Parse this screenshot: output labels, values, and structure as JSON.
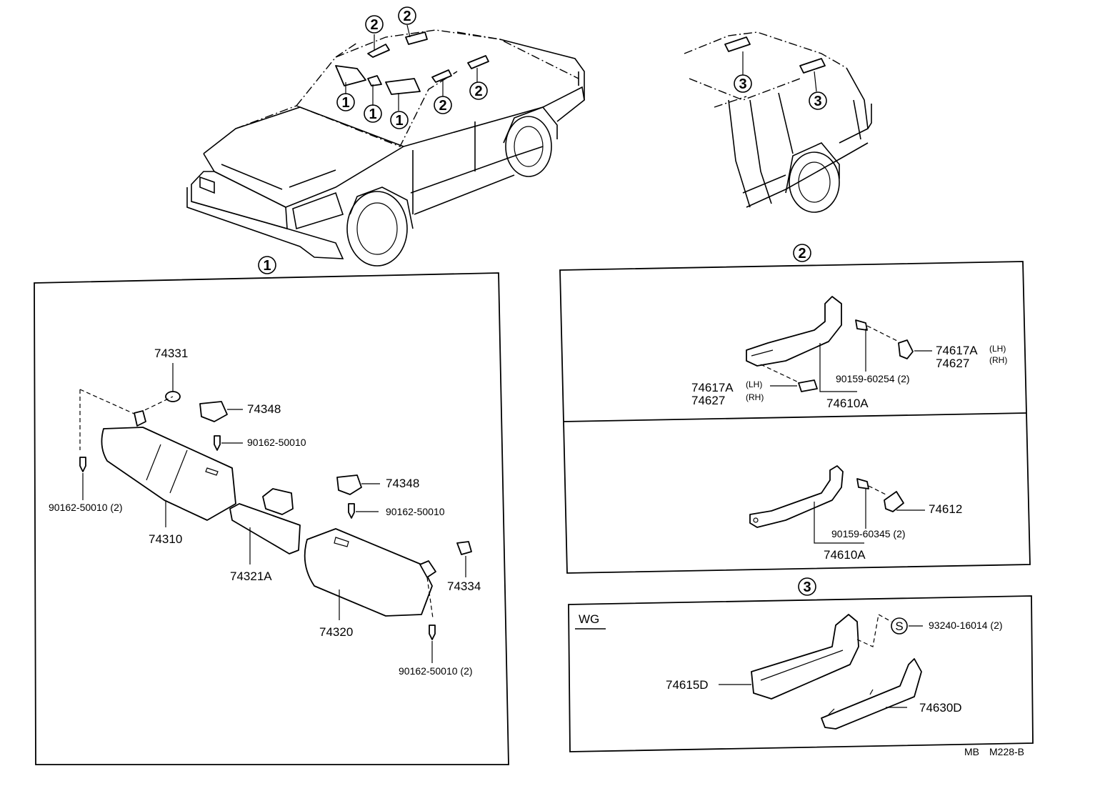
{
  "callouts": {
    "one": "1",
    "two": "2",
    "three": "3",
    "s_mark": "S"
  },
  "section1": {
    "parts": {
      "p74331": "74331",
      "p74348_top": "74348",
      "bolt_top": "90162-50010",
      "bolt_left": "90162-50010 (2)",
      "p74310": "74310",
      "p74321A": "74321A",
      "p74348_mid": "74348",
      "bolt_mid": "90162-50010",
      "p74334": "74334",
      "p74320": "74320",
      "bolt_bottom": "90162-50010 (2)"
    }
  },
  "section2": {
    "upper": {
      "clip_right_a": "74617A",
      "clip_right_b": "74627",
      "lh_right": "(LH)",
      "rh_right": "(RH)",
      "screw": "90159-60254 (2)",
      "clip_left_a": "74617A",
      "clip_left_b": "74627",
      "lh_left": "(LH)",
      "rh_left": "(RH)",
      "grip": "74610A"
    },
    "lower": {
      "cap": "74612",
      "screw": "90159-60345 (2)",
      "grip": "74610A"
    }
  },
  "section3": {
    "variant": "WG",
    "screw": "93240-16014 (2)",
    "grip": "74615D",
    "base": "74630D"
  },
  "footer": {
    "code_a": "MB",
    "code_b": "M228-B"
  }
}
